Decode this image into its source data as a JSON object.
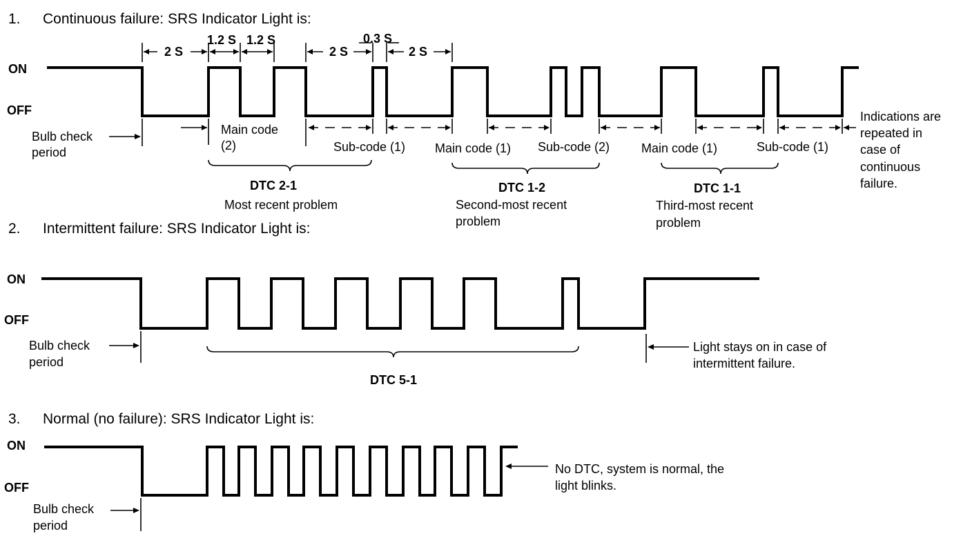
{
  "sections": [
    {
      "number": "1.",
      "title": "Continuous failure: SRS Indicator Light is:",
      "on_label": "ON",
      "off_label": "OFF",
      "bulb_check": [
        "Bulb check",
        "period"
      ],
      "timings": [
        "2 S",
        "1.2 S",
        "1.2 S",
        "2 S",
        "0.3 S",
        "2 S"
      ],
      "code_labels": [
        "Main code",
        "(2)",
        "Sub-code (1)",
        "Main code (1)",
        "Sub-code (2)",
        "Main code (1)",
        "Sub-code (1)"
      ],
      "dtc_groups": [
        {
          "code": "DTC 2-1",
          "desc": [
            "Most recent problem"
          ]
        },
        {
          "code": "DTC 1-2",
          "desc": [
            "Second-most recent",
            "problem"
          ]
        },
        {
          "code": "DTC 1-1",
          "desc": [
            "Third-most recent",
            "problem"
          ]
        }
      ],
      "note": [
        "Indications are",
        "repeated in",
        "case of",
        "continuous",
        "failure."
      ]
    },
    {
      "number": "2.",
      "title": "Intermittent failure: SRS Indicator Light is:",
      "on_label": "ON",
      "off_label": "OFF",
      "bulb_check": [
        "Bulb check",
        "period"
      ],
      "dtc": "DTC 5-1",
      "note": [
        "Light stays on in case of",
        "intermittent failure."
      ]
    },
    {
      "number": "3.",
      "title": "Normal (no failure): SRS Indicator Light is:",
      "on_label": "ON",
      "off_label": "OFF",
      "bulb_check": [
        "Bulb check",
        "period"
      ],
      "note": [
        "No DTC, system is normal, the",
        "light blinks."
      ]
    }
  ]
}
